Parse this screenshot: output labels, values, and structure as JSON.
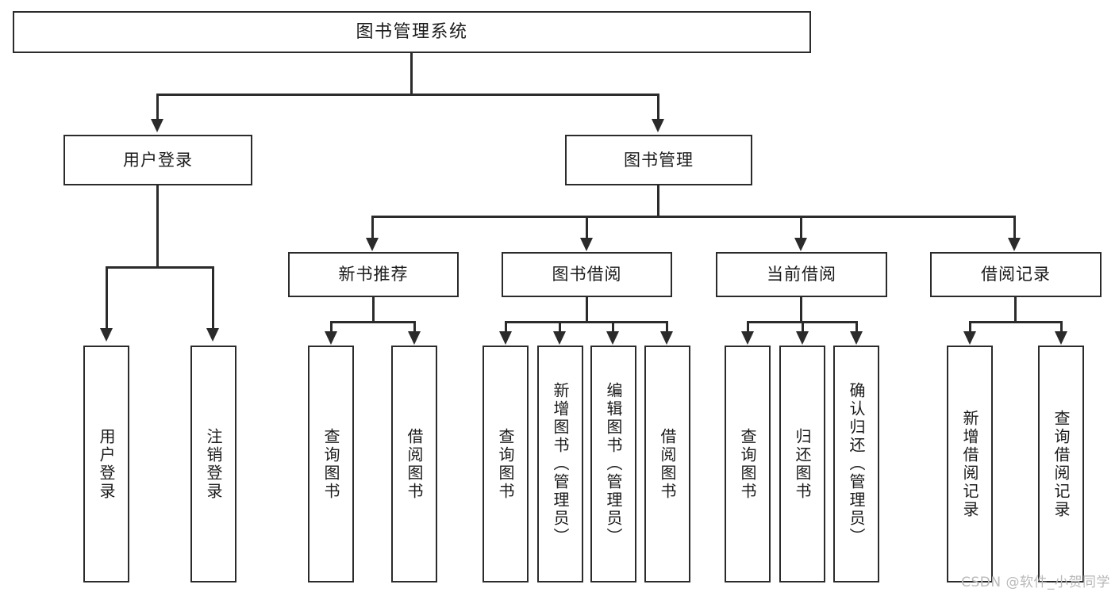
{
  "diagram": {
    "type": "tree",
    "title": "图书管理系统",
    "watermark": "CSDN @软件_小贺同学",
    "colors": {
      "background": "#ffffff",
      "stroke": "#2b2b2b",
      "text": "#1b1b1b",
      "watermark": "#b9b9b9"
    },
    "root": {
      "label": "图书管理系统"
    },
    "level1": [
      {
        "label": "用户登录"
      },
      {
        "label": "图书管理"
      }
    ],
    "level2": [
      {
        "label": "新书推荐"
      },
      {
        "label": "图书借阅"
      },
      {
        "label": "当前借阅"
      },
      {
        "label": "借阅记录"
      }
    ],
    "leaves": {
      "user_login": [
        {
          "label": "用户登录"
        },
        {
          "label": "注销登录"
        }
      ],
      "new_book": [
        {
          "label": "查询图书"
        },
        {
          "label": "借阅图书"
        }
      ],
      "borrow": [
        {
          "label": "查询图书"
        },
        {
          "label": "新增图书（管理员）"
        },
        {
          "label": "编辑图书（管理员）"
        },
        {
          "label": "借阅图书"
        }
      ],
      "current": [
        {
          "label": "查询图书"
        },
        {
          "label": "归还图书"
        },
        {
          "label": "确认归还（管理员）"
        }
      ],
      "records": [
        {
          "label": "新增借阅记录"
        },
        {
          "label": "查询借阅记录"
        }
      ]
    }
  }
}
